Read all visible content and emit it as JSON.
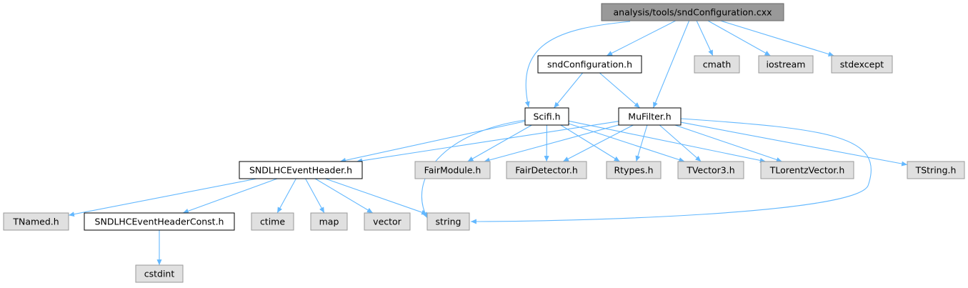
{
  "colors": {
    "edge": "#63b8ff",
    "root_fill": "#999999",
    "local_fill": "#ffffff",
    "local_stroke": "#000000",
    "external_fill": "#e0e0e0",
    "external_stroke": "#999999"
  },
  "nodes": {
    "root": {
      "label": "analysis/tools/sndConfiguration.cxx",
      "kind": "root"
    },
    "sndConfiguration_h": {
      "label": "sndConfiguration.h",
      "kind": "local"
    },
    "cmath": {
      "label": "cmath",
      "kind": "external"
    },
    "iostream": {
      "label": "iostream",
      "kind": "external"
    },
    "stdexcept": {
      "label": "stdexcept",
      "kind": "external"
    },
    "Scifi_h": {
      "label": "Scifi.h",
      "kind": "local"
    },
    "MuFilter_h": {
      "label": "MuFilter.h",
      "kind": "local"
    },
    "SNDLHCEventHeader_h": {
      "label": "SNDLHCEventHeader.h",
      "kind": "local"
    },
    "FairModule_h": {
      "label": "FairModule.h",
      "kind": "external"
    },
    "FairDetector_h": {
      "label": "FairDetector.h",
      "kind": "external"
    },
    "Rtypes_h": {
      "label": "Rtypes.h",
      "kind": "external"
    },
    "TVector3_h": {
      "label": "TVector3.h",
      "kind": "external"
    },
    "TLorentzVector_h": {
      "label": "TLorentzVector.h",
      "kind": "external"
    },
    "TString_h": {
      "label": "TString.h",
      "kind": "external"
    },
    "TNamed_h": {
      "label": "TNamed.h",
      "kind": "external"
    },
    "SNDLHCEventHeaderConst_h": {
      "label": "SNDLHCEventHeaderConst.h",
      "kind": "local"
    },
    "ctime": {
      "label": "ctime",
      "kind": "external"
    },
    "map": {
      "label": "map",
      "kind": "external"
    },
    "vector": {
      "label": "vector",
      "kind": "external"
    },
    "string": {
      "label": "string",
      "kind": "external"
    },
    "cstdint": {
      "label": "cstdint",
      "kind": "external"
    }
  },
  "edges": [
    [
      "root",
      "sndConfiguration_h"
    ],
    [
      "root",
      "cmath"
    ],
    [
      "root",
      "iostream"
    ],
    [
      "root",
      "stdexcept"
    ],
    [
      "root",
      "Scifi_h"
    ],
    [
      "root",
      "MuFilter_h"
    ],
    [
      "sndConfiguration_h",
      "Scifi_h"
    ],
    [
      "sndConfiguration_h",
      "MuFilter_h"
    ],
    [
      "Scifi_h",
      "SNDLHCEventHeader_h"
    ],
    [
      "Scifi_h",
      "FairModule_h"
    ],
    [
      "Scifi_h",
      "FairDetector_h"
    ],
    [
      "Scifi_h",
      "Rtypes_h"
    ],
    [
      "Scifi_h",
      "TVector3_h"
    ],
    [
      "Scifi_h",
      "TLorentzVector_h"
    ],
    [
      "Scifi_h",
      "string"
    ],
    [
      "MuFilter_h",
      "SNDLHCEventHeader_h"
    ],
    [
      "MuFilter_h",
      "FairModule_h"
    ],
    [
      "MuFilter_h",
      "FairDetector_h"
    ],
    [
      "MuFilter_h",
      "Rtypes_h"
    ],
    [
      "MuFilter_h",
      "TVector3_h"
    ],
    [
      "MuFilter_h",
      "TLorentzVector_h"
    ],
    [
      "MuFilter_h",
      "TString_h"
    ],
    [
      "MuFilter_h",
      "string"
    ],
    [
      "SNDLHCEventHeader_h",
      "TNamed_h"
    ],
    [
      "SNDLHCEventHeader_h",
      "SNDLHCEventHeaderConst_h"
    ],
    [
      "SNDLHCEventHeader_h",
      "ctime"
    ],
    [
      "SNDLHCEventHeader_h",
      "map"
    ],
    [
      "SNDLHCEventHeader_h",
      "vector"
    ],
    [
      "SNDLHCEventHeader_h",
      "string"
    ],
    [
      "SNDLHCEventHeaderConst_h",
      "cstdint"
    ]
  ]
}
